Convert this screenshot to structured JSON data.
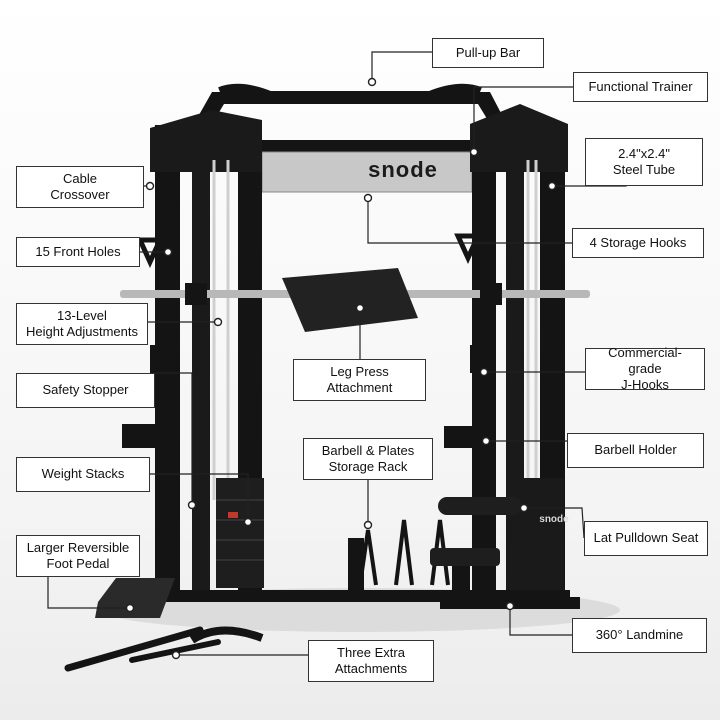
{
  "brand": {
    "main_logo": "snode",
    "seat_logo": "snode"
  },
  "colors": {
    "frame": "#141414",
    "panel": "#c8c8c8",
    "bar": "#b8b8b8",
    "background": "#f4f4f4"
  },
  "callouts": {
    "pull_up_bar": "Pull-up Bar",
    "functional_trainer": "Functional Trainer",
    "steel_tube": "2.4\"x2.4\"\nSteel Tube",
    "cable_crossover": "Cable\nCrossover",
    "front_holes": "15 Front Holes",
    "storage_hooks": "4 Storage Hooks",
    "height_adjustments": "13-Level\nHeight Adjustments",
    "leg_press": "Leg Press\nAttachment",
    "j_hooks": "Commercial-grade\nJ-Hooks",
    "safety_stopper": "Safety Stopper",
    "barbell_holder": "Barbell Holder",
    "weight_stacks": "Weight Stacks",
    "storage_rack": "Barbell & Plates\nStorage Rack",
    "lat_pulldown_seat": "Lat Pulldown Seat",
    "foot_pedal": "Larger Reversible\nFoot Pedal",
    "landmine": "360° Landmine",
    "extra_attachments": "Three Extra\nAttachments"
  }
}
